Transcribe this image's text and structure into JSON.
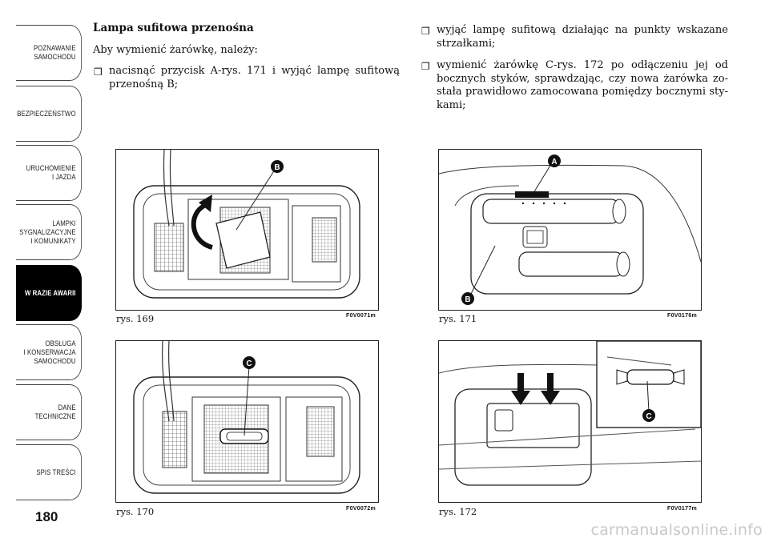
{
  "sidebar": {
    "tabs": [
      {
        "label": "POZNAWANIE\nSAMOCHODU",
        "active": false
      },
      {
        "label": "BEZPIECZEŃSTWO",
        "active": false
      },
      {
        "label": "URUCHOMIENIE\nI JAZDA",
        "active": false
      },
      {
        "label": "LAMPKI\nSYGNALIZACYJNE\nI KOMUNIKATY",
        "active": false
      },
      {
        "label": "W RAZIE AWARII",
        "active": true
      },
      {
        "label": "OBSŁUGA\nI KONSERWACJA\nSAMOCHODU",
        "active": false
      },
      {
        "label": "DANE\nTECHNICZNE",
        "active": false
      },
      {
        "label": "SPIS TREŚCI",
        "active": false
      }
    ],
    "page_number": "180"
  },
  "content": {
    "heading": "Lampa sufitowa przenośna",
    "intro": "Aby wymienić żarówkę, należy:",
    "bullet_symbol": "❒",
    "bullets": [
      "nacisnąć przycisk A-rys. 171 i wyjąć lampę sufitową przenośną B;",
      "wyjąć lampę sufitową działając na punkty wskazane strzałkami;",
      "wymienić żarówkę C-rys. 172 po odłączeniu jej od bocznych styków, sprawdzając, czy nowa żarówka zo-stała prawidłowo zamocowana pomiędzy bocznymi sty-kami;"
    ]
  },
  "figures": [
    {
      "caption": "rys. 169",
      "code": "F0V0071m",
      "callout": "B"
    },
    {
      "caption": "rys. 170",
      "code": "F0V0072m",
      "callout": "C"
    },
    {
      "caption": "rys. 171",
      "code": "F0V0176m",
      "callouts": [
        "A",
        "B"
      ]
    },
    {
      "caption": "rys. 172",
      "code": "F0V0177m",
      "callout": "C"
    }
  ],
  "watermark": "carmanualsonline.info"
}
